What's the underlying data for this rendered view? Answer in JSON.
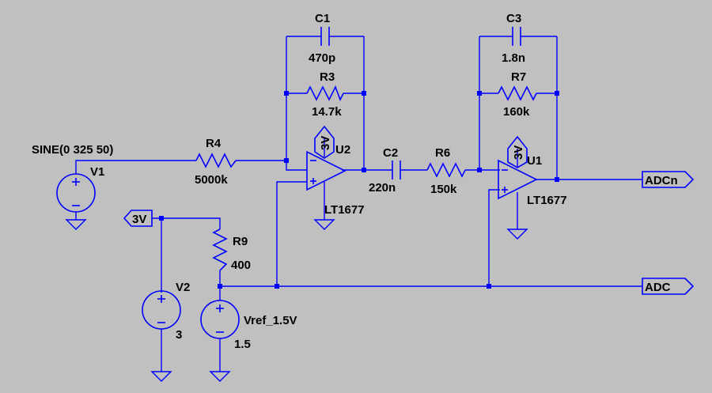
{
  "colors": {
    "background": "#c0c0c0",
    "wire": "#0000ff",
    "text": "#000000"
  },
  "components": {
    "c1": {
      "name": "C1",
      "value": "470p"
    },
    "r3": {
      "name": "R3",
      "value": "14.7k"
    },
    "c3": {
      "name": "C3",
      "value": "1.8n"
    },
    "r7": {
      "name": "R7",
      "value": "160k"
    },
    "r4": {
      "name": "R4",
      "value": "5000k"
    },
    "c2": {
      "name": "C2",
      "value": "220n"
    },
    "r6": {
      "name": "R6",
      "value": "150k"
    },
    "u2": {
      "name": "U2",
      "model": "LT1677",
      "supply": "3V"
    },
    "u1": {
      "name": "U1",
      "model": "LT1677",
      "supply": "3V"
    },
    "v1": {
      "name": "V1",
      "value": "SINE(0 325 50)"
    },
    "v2": {
      "name": "V2",
      "value": "3"
    },
    "vref": {
      "name": "Vref_1.5V",
      "value": "1.5"
    },
    "r9": {
      "name": "R9",
      "value": "400"
    }
  },
  "nets": {
    "supply_label": "3V",
    "adcn": "ADCn",
    "adc": "ADC"
  }
}
